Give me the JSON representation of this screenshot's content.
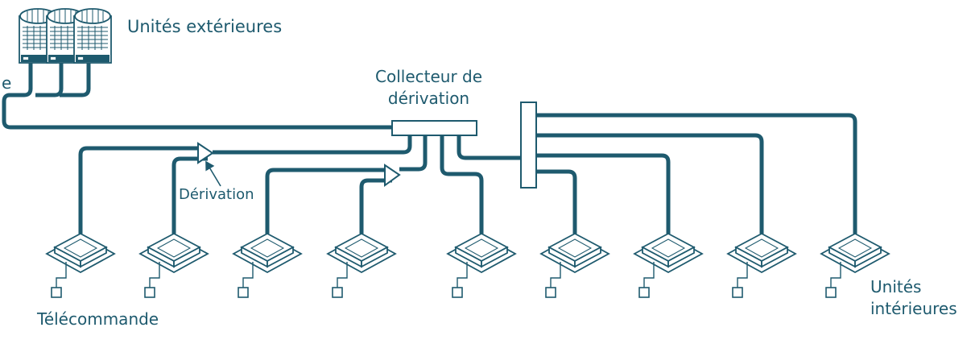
{
  "labels": {
    "outdoor_units": "Unités extérieures",
    "edge_fragment": "e",
    "collector_line1": "Collecteur de",
    "collector_line2": "dérivation",
    "branch": "Dérivation",
    "remote": "Télécommande",
    "indoor_line1": "Unités",
    "indoor_line2": "intérieures"
  },
  "colors": {
    "pipe": "#1e5a6e",
    "text": "#1e5a6e",
    "background": "#ffffff"
  },
  "icons": {
    "outdoor_unit": "outdoor-condenser-icon",
    "indoor_unit": "ceiling-cassette-icon",
    "remote": "remote-control-icon",
    "branch_joint": "branch-joint-icon",
    "collector": "branch-header-icon"
  },
  "counts": {
    "outdoor_units": 3,
    "indoor_units": 9,
    "remotes": 9
  }
}
